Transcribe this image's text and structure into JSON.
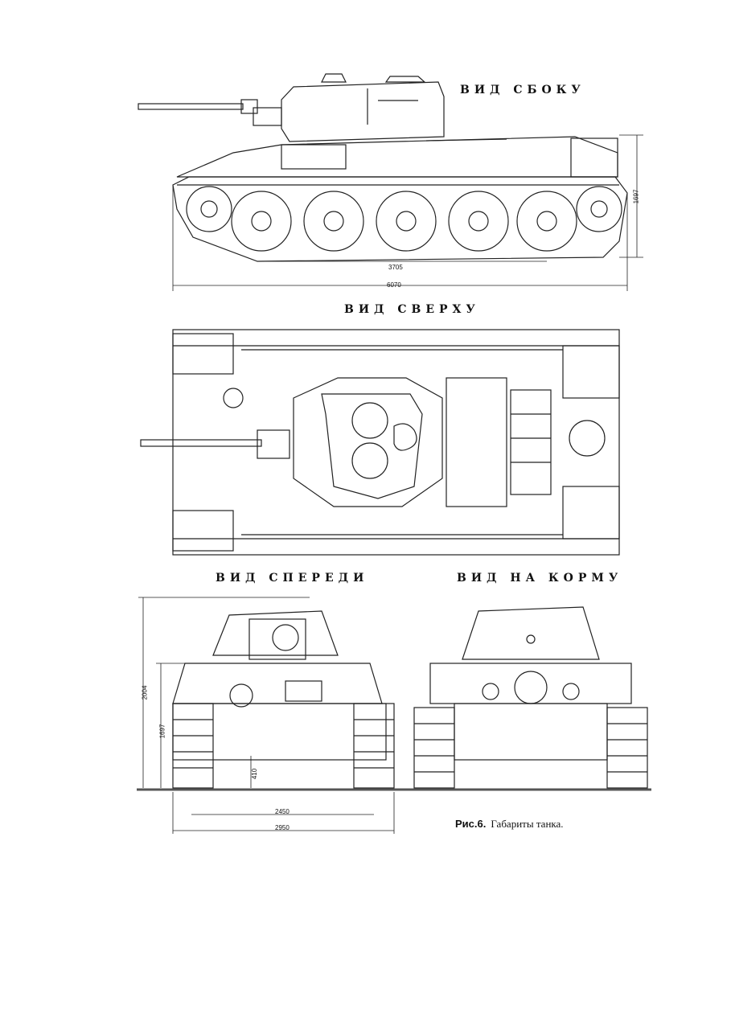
{
  "views": {
    "side": "ВИД СБОКУ",
    "top": "ВИД СВЕРХУ",
    "front": "ВИД СПЕРЕДИ",
    "rear": "ВИД НА КОРМУ"
  },
  "dimensions": {
    "side_height": "1697",
    "wheelbase": "3705",
    "overall_length": "6070",
    "front_total_height": "2004",
    "front_hull_height": "1697",
    "ground_clearance": "410",
    "track_gauge": "2450",
    "overall_width": "2950"
  },
  "caption": {
    "number": "Рис.6.",
    "text": "Габариты танка."
  }
}
